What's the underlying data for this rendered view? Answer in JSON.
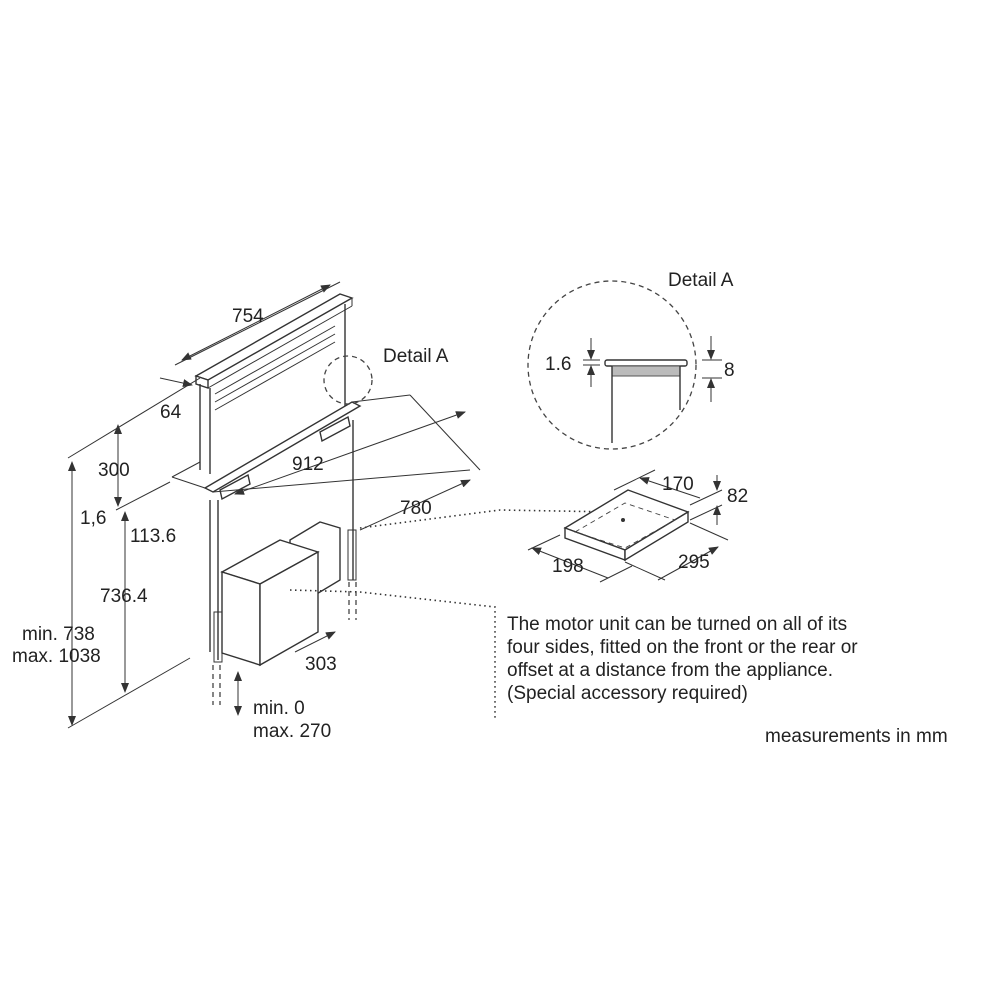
{
  "main_drawing": {
    "dims": {
      "width_top": "754",
      "depth_top": "64",
      "detail_ref": "Detail A",
      "cutout_width": "912",
      "extension_height": "300",
      "worktop_offset": "1,6",
      "cutout_offset": "113.6",
      "cutout_depth": "780",
      "body_height": "736.4",
      "total_min": "min. 738",
      "total_max": "max. 1038",
      "motor_depth": "303",
      "plinth_min": "min. 0",
      "plinth_max": "max. 270"
    }
  },
  "detail_a": {
    "title": "Detail A",
    "dim_left": "1.6",
    "dim_right": "8"
  },
  "motor_unit": {
    "dim_170": "170",
    "dim_82": "82",
    "dim_198": "198",
    "dim_295": "295"
  },
  "note": {
    "lines": [
      "The motor unit can be turned on all of its",
      "four sides, fitted on the front or the rear or",
      "offset at a distance from the appliance.",
      "(Special accessory required)"
    ]
  },
  "units_label": "measurements in mm"
}
